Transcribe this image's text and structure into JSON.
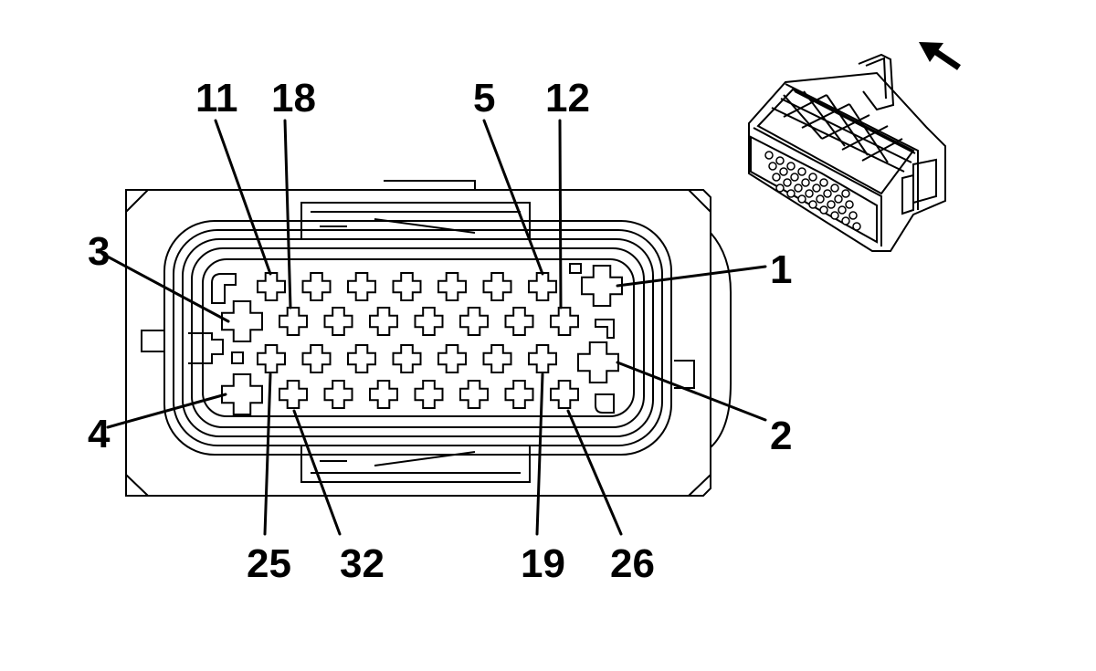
{
  "pin_labels": {
    "p1": "1",
    "p2": "2",
    "p3": "3",
    "p4": "4",
    "p5": "5",
    "p11": "11",
    "p12": "12",
    "p18": "18",
    "p19": "19",
    "p25": "25",
    "p26": "26",
    "p32": "32"
  },
  "icons": {
    "direction_arrow": "arrow-up-left-icon",
    "connector_view": "connector-perspective-icon"
  }
}
